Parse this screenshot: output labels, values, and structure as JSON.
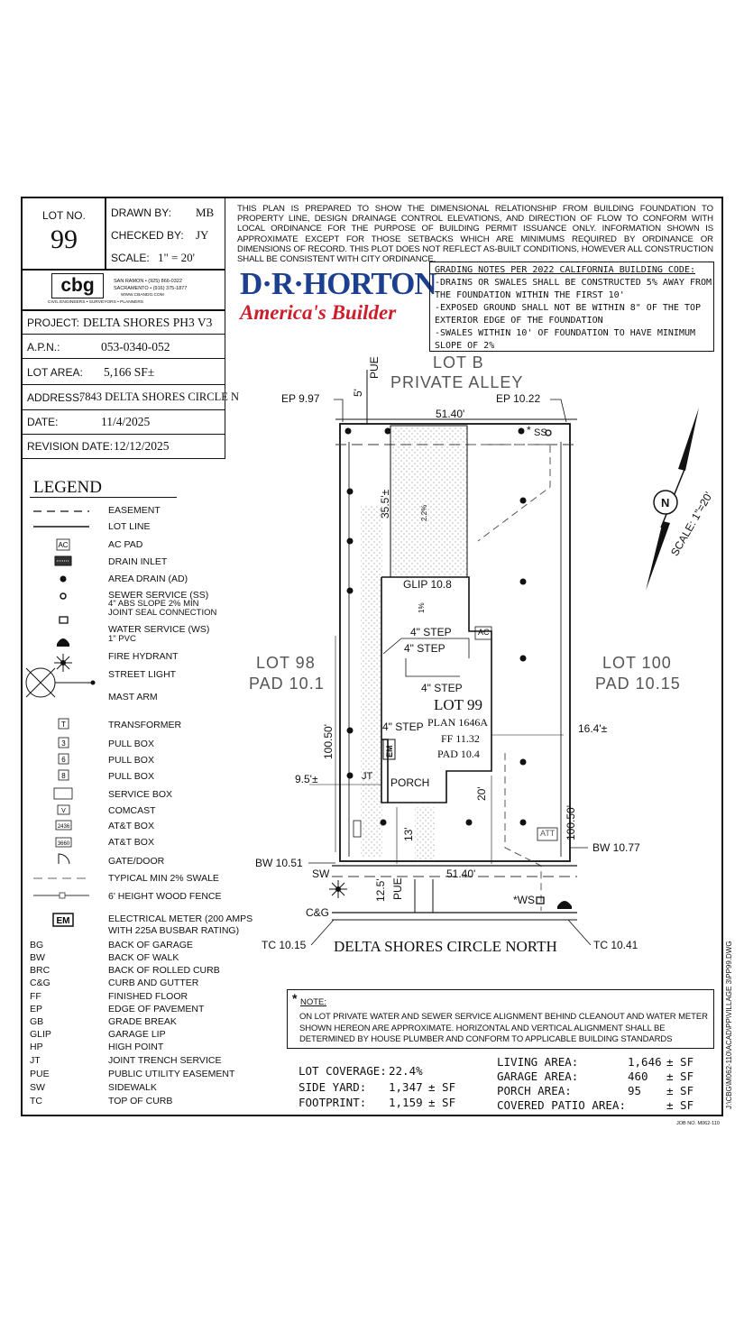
{
  "title_block": {
    "lot_no_label": "LOT NO.",
    "lot_no": "99",
    "drawn_by_label": "DRAWN BY:",
    "drawn_by": "MB",
    "checked_by_label": "CHECKED BY:",
    "checked_by": "JY",
    "scale_label": "SCALE:",
    "scale": "1\" = 20'",
    "company_logo": "cbg",
    "company_tagline": "CIVIL ENGINEERS  •  SURVEYORS  •  PLANNERS",
    "company_office1": "SAN RAMON  •  (925) 866-0322",
    "company_office2": "SACRAMENTO  •  (916) 375-1877",
    "company_web": "WWW.CBANDG.COM",
    "project_label": "PROJECT:",
    "project": "DELTA SHORES PH3 V3",
    "apn_label": "A.P.N.:",
    "apn": "053-0340-052",
    "lot_area_label": "LOT AREA:",
    "lot_area": "5,166 SF±",
    "address_label": "ADDRESS:",
    "address": "7843 DELTA SHORES CIRCLE N",
    "date_label": "DATE:",
    "date": "11/4/2025",
    "revision_label": "REVISION DATE:",
    "revision_date": "12/12/2025"
  },
  "disclaimer": "THIS PLAN IS PREPARED TO SHOW THE DIMENSIONAL RELATIONSHIP FROM BUILDING FOUNDATION TO PROPERTY LINE, DESIGN DRAINAGE CONTROL ELEVATIONS, AND DIRECTION OF FLOW TO CONFORM WITH LOCAL ORDINANCE FOR THE PURPOSE OF BUILDING PERMIT ISSUANCE ONLY. INFORMATION SHOWN IS APPROXIMATE EXCEPT FOR THOSE SETBACKS WHICH ARE MINIMUMS REQUIRED BY ORDINANCE OR DIMENSIONS OF RECORD. THIS PLOT DOES NOT REFLECT AS-BUILT CONDITIONS, HOWEVER ALL CONSTRUCTION SHALL BE CONSISTENT WITH CITY ORDINANCE.",
  "builder": {
    "name": "D·R·HORTON",
    "tagline": "America's Builder"
  },
  "grading_notes": {
    "title": "GRADING NOTES PER 2022 CALIFORNIA BUILDING CODE:",
    "lines": [
      "-DRAINS OR SWALES SHALL BE CONSTRUCTED 5% AWAY FROM",
      "THE FOUNDATION WITHIN THE FIRST 10'",
      "-EXPOSED GROUND SHALL NOT BE WITHIN 8\" OF THE TOP",
      "EXTERIOR EDGE OF THE FOUNDATION",
      "-SWALES WITHIN 10' OF FOUNDATION TO HAVE MINIMUM",
      "SLOPE OF 2%"
    ]
  },
  "legend": {
    "title": "LEGEND",
    "items": [
      {
        "label": "EASEMENT",
        "symbol": "dashed-line"
      },
      {
        "label": "LOT LINE",
        "symbol": "solid-line"
      },
      {
        "label": "AC PAD",
        "symbol": "ac-box",
        "code": "AC"
      },
      {
        "label": "DRAIN INLET",
        "symbol": "drain-inlet"
      },
      {
        "label": "AREA DRAIN (AD)",
        "symbol": "area-drain"
      },
      {
        "label": "SEWER SERVICE (SS)",
        "symbol": "sewer-circle",
        "sub": "4\" ABS SLOPE 2% MIN\nJOINT SEAL CONNECTION"
      },
      {
        "label": "WATER SERVICE (WS)",
        "symbol": "water-box",
        "sub": "1\" PVC"
      },
      {
        "label": "FIRE HYDRANT",
        "symbol": "fire-hydrant"
      },
      {
        "label": "STREET LIGHT",
        "symbol": "street-light"
      },
      {
        "label": "MAST ARM",
        "symbol": "mast-arm"
      },
      {
        "label": "TRANSFORMER",
        "symbol": "code-box",
        "code": "T"
      },
      {
        "label": "PULL BOX",
        "symbol": "code-box",
        "code": "3"
      },
      {
        "label": "PULL BOX",
        "symbol": "code-box",
        "code": "6"
      },
      {
        "label": "PULL BOX",
        "symbol": "code-box",
        "code": "8"
      },
      {
        "label": "SERVICE BOX",
        "symbol": "service-box"
      },
      {
        "label": "COMCAST",
        "symbol": "code-box",
        "code": "V"
      },
      {
        "label": "AT&T BOX",
        "symbol": "code-box",
        "code": "2436"
      },
      {
        "label": "AT&T BOX",
        "symbol": "code-box",
        "code": "3660"
      },
      {
        "label": "GATE/DOOR",
        "symbol": "gate"
      },
      {
        "label": "TYPICAL MIN 2% SWALE",
        "symbol": "swale"
      },
      {
        "label": "6' HEIGHT WOOD FENCE",
        "symbol": "fence"
      },
      {
        "label": "ELECTRICAL METER (200 AMPS\nWITH 225A BUSBAR RATING)",
        "symbol": "em-box",
        "code": "EM"
      }
    ],
    "abbreviations": [
      {
        "code": "BG",
        "meaning": "BACK OF GARAGE"
      },
      {
        "code": "BW",
        "meaning": "BACK OF WALK"
      },
      {
        "code": "BRC",
        "meaning": "BACK OF ROLLED CURB"
      },
      {
        "code": "C&G",
        "meaning": "CURB AND GUTTER"
      },
      {
        "code": "FF",
        "meaning": "FINISHED FLOOR"
      },
      {
        "code": "EP",
        "meaning": "EDGE OF PAVEMENT"
      },
      {
        "code": "GB",
        "meaning": "GRADE BREAK"
      },
      {
        "code": "GLIP",
        "meaning": "GARAGE LIP"
      },
      {
        "code": "HP",
        "meaning": "HIGH POINT"
      },
      {
        "code": "JT",
        "meaning": "JOINT TRENCH SERVICE"
      },
      {
        "code": "PUE",
        "meaning": "PUBLIC UTILITY EASEMENT"
      },
      {
        "code": "SW",
        "meaning": "SIDEWALK"
      },
      {
        "code": "TC",
        "meaning": "TOP OF CURB"
      }
    ]
  },
  "plan": {
    "lot_b": "LOT B",
    "private_alley": "PRIVATE ALLEY",
    "pue": "PUE",
    "pue_top": "5'",
    "ep_left": "EP 9.97",
    "ep_right": "EP 10.22",
    "top_width": "51.40'",
    "bottom_width": "51.40'",
    "ss_label": "SS",
    "ws_label": "*WS",
    "ss_star": "*",
    "driveway_depth": "35.5'±",
    "driveway_slope": "2.2%",
    "glip": "GLIP 10.8",
    "slope_1pct": "1%",
    "ac": "AC",
    "step1": "4\" STEP",
    "step2": "4\" STEP",
    "step3": "4\" STEP",
    "step4": "4\" STEP",
    "lot_name": "LOT 99",
    "plan_name": "PLAN 1646A",
    "ff": "FF 11.32",
    "pad": "PAD 10.4",
    "em": "EM",
    "porch": "PORCH",
    "jt": "JT",
    "att": "ATT",
    "lot98": "LOT 98",
    "lot98_pad": "PAD 10.1",
    "lot100": "LOT 100",
    "lot100_pad": "PAD 10.15",
    "depth_left": "100.50'",
    "depth_right": "100.50'",
    "side_left": "9.5'±",
    "side_right": "16.4'±",
    "front_setback": "20'",
    "porch_setback": "13'",
    "pue_front": "12.5'",
    "bw_left": "BW 10.51",
    "bw_right": "BW 10.77",
    "sw": "SW",
    "cg": "C&G",
    "tc_left": "TC 10.15",
    "tc_right": "TC 10.41",
    "street": "DELTA SHORES CIRCLE NORTH",
    "north": "N",
    "north_scale": "SCALE: 1\"=20'"
  },
  "note": {
    "title": "NOTE:",
    "star": "*",
    "text": "ON LOT PRIVATE WATER AND SEWER SERVICE ALIGNMENT BEHIND CLEANOUT AND WATER METER SHOWN HEREON ARE APPROXIMATE. HORIZONTAL AND VERTICAL ALIGNMENT SHALL BE DETERMINED BY HOUSE PLUMBER AND CONFORM TO APPLICABLE BUILDING STANDARDS"
  },
  "coverage": {
    "lot_coverage_label": "LOT COVERAGE:",
    "lot_coverage": "22.4%",
    "side_yard_label": "SIDE YARD:",
    "side_yard": "1,347",
    "footprint_label": "FOOTPRINT:",
    "footprint": "1,159",
    "unit": "± SF"
  },
  "areas": [
    {
      "label": "LIVING AREA:",
      "value": "1,646",
      "unit": "± SF"
    },
    {
      "label": "GARAGE AREA:",
      "value": "460",
      "unit": "± SF"
    },
    {
      "label": "PORCH AREA:",
      "value": "95",
      "unit": "± SF"
    },
    {
      "label": "COVERED PATIO AREA:",
      "value": "",
      "unit": "± SF"
    }
  ],
  "file_path": "J:\\CBG\\M062-110\\ACAD\\PP\\VILLAGE 3\\PP99.DWG",
  "job_no": "JOB NO. M062-110"
}
